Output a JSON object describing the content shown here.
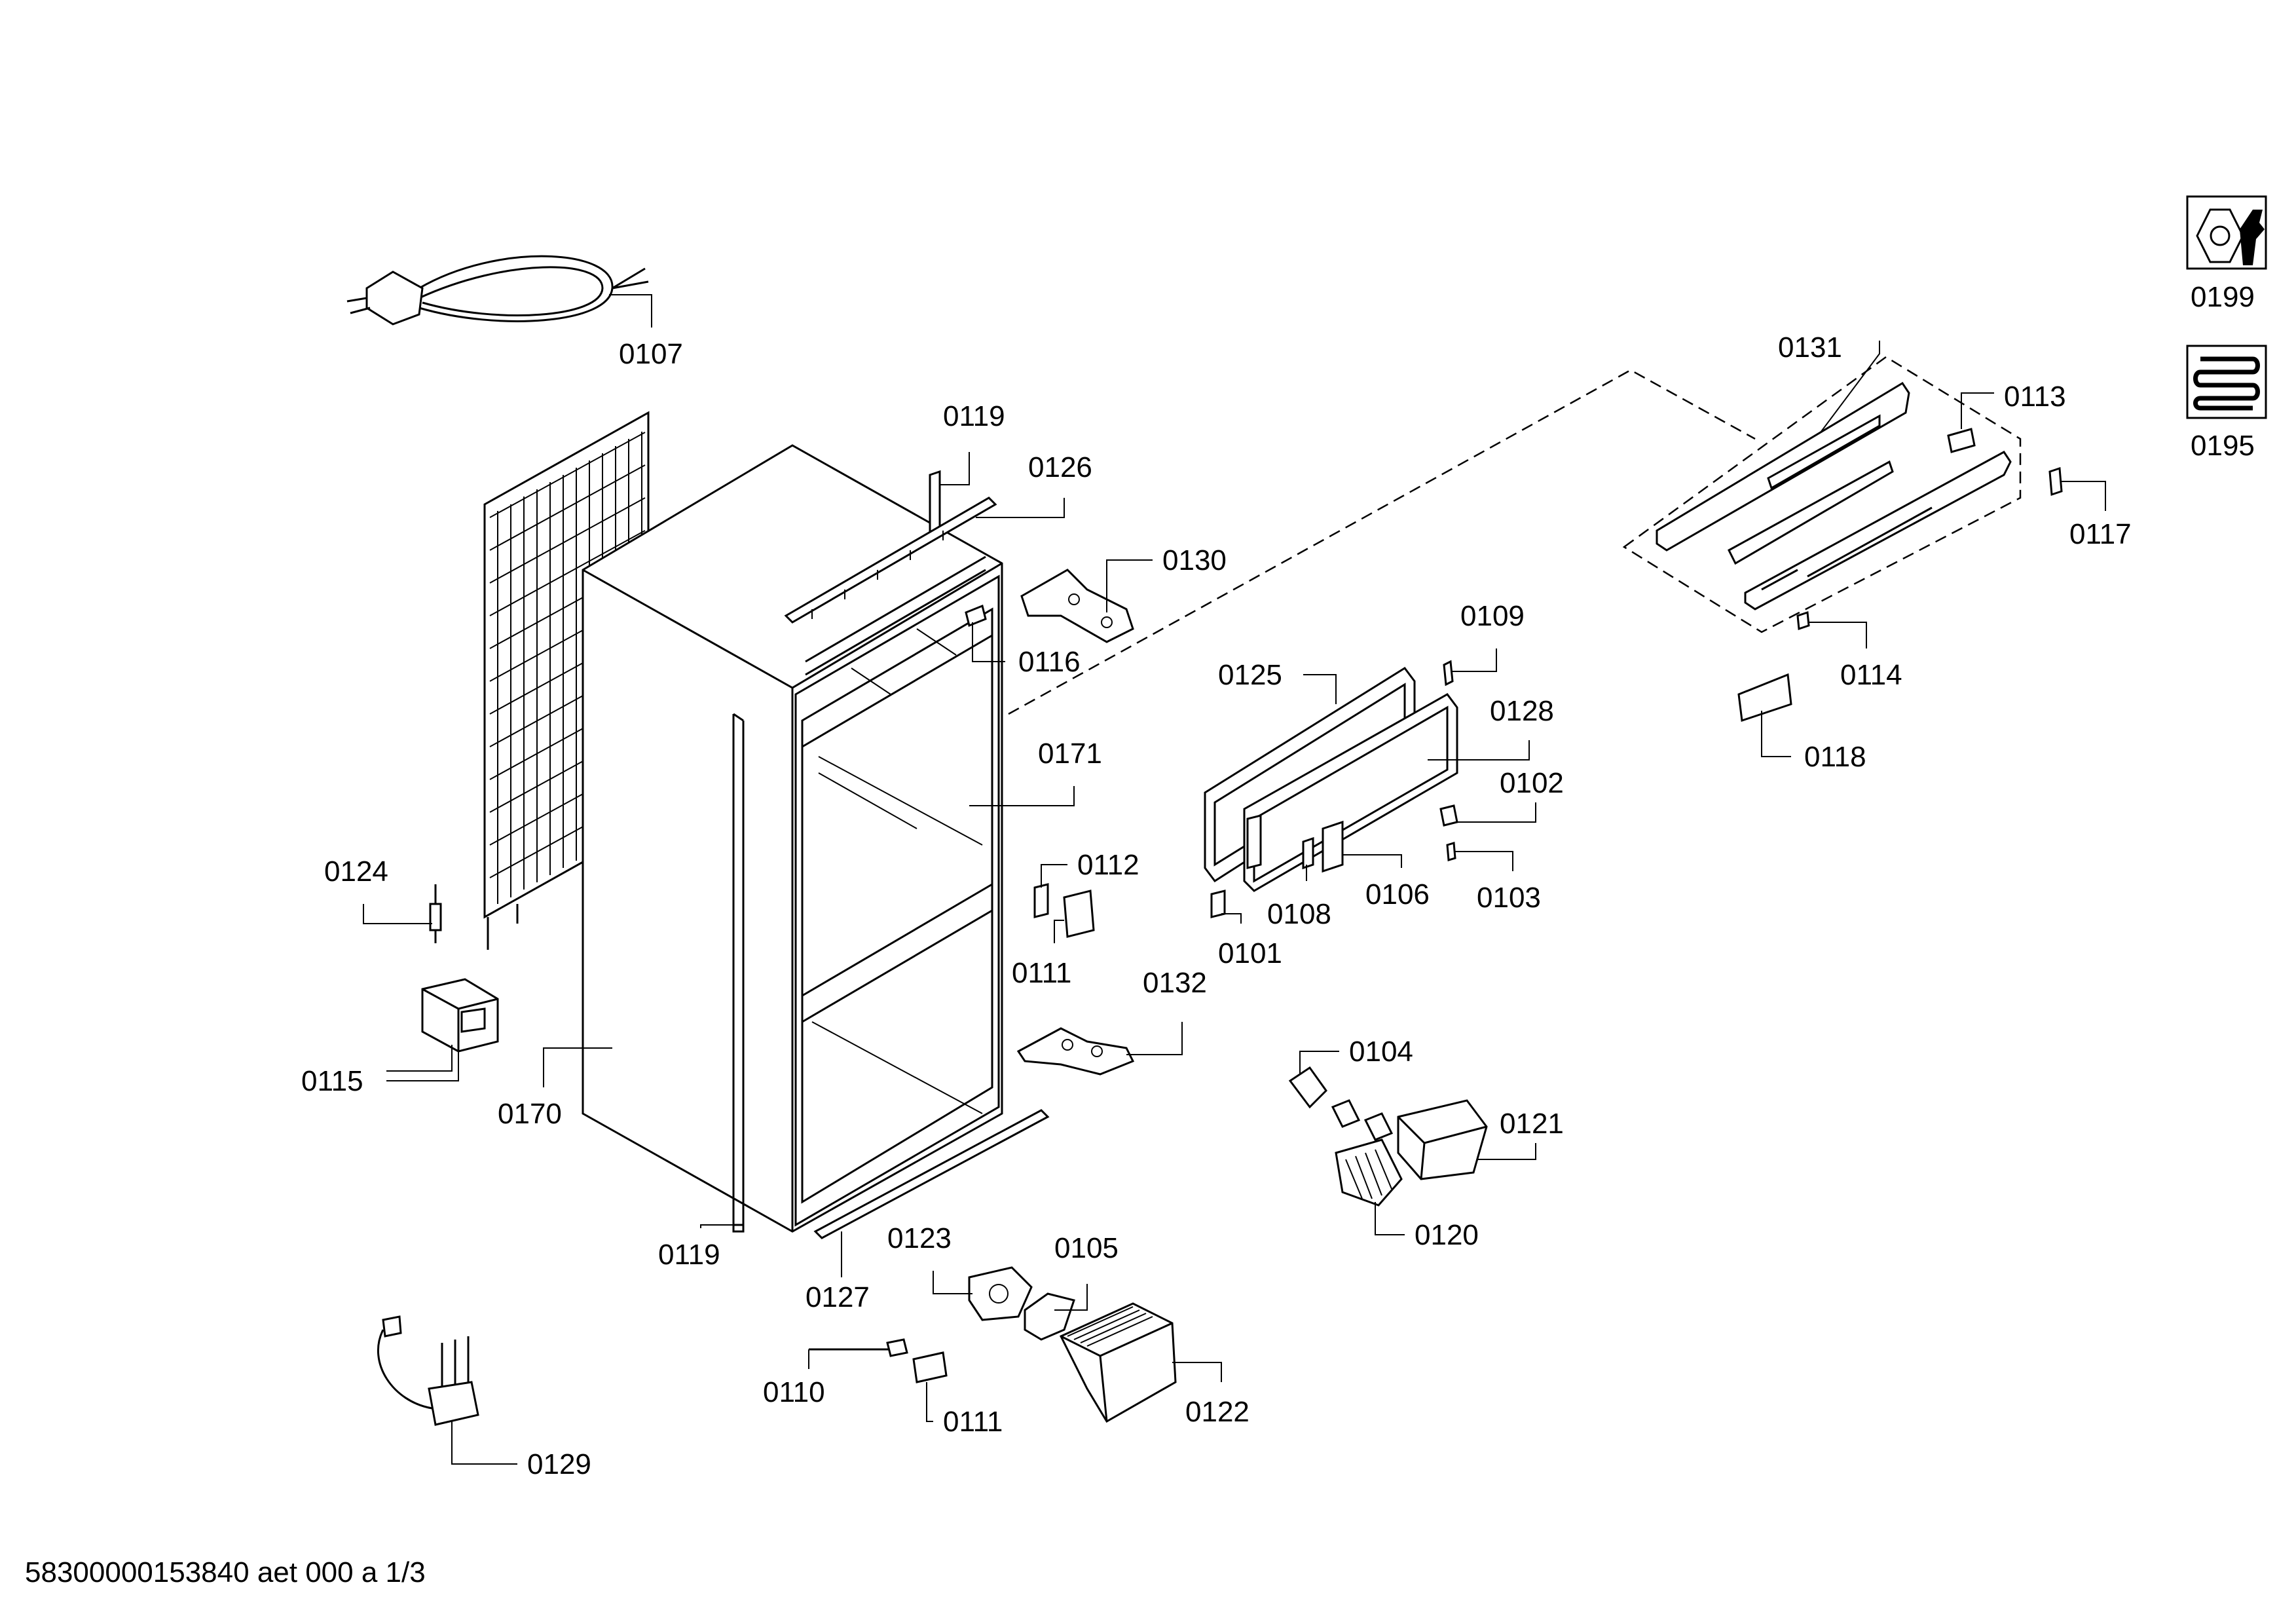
{
  "labels": {
    "l0107": "0107",
    "l0119a": "0119",
    "l0126": "0126",
    "l0130": "0130",
    "l0116": "0116",
    "l0171": "0171",
    "l0124": "0124",
    "l0112": "0112",
    "l0111a": "0111",
    "l0132": "0132",
    "l0115": "0115",
    "l0170": "0170",
    "l0119b": "0119",
    "l0127": "0127",
    "l0123": "0123",
    "l0105": "0105",
    "l0110": "0110",
    "l0111b": "0111",
    "l0122": "0122",
    "l0129": "0129",
    "l0125": "0125",
    "l0109": "0109",
    "l0128": "0128",
    "l0102": "0102",
    "l0106": "0106",
    "l0103": "0103",
    "l0108": "0108",
    "l0101": "0101",
    "l0104": "0104",
    "l0121": "0121",
    "l0120": "0120",
    "l0131": "0131",
    "l0113": "0113",
    "l0117": "0117",
    "l0114": "0114",
    "l0118": "0118",
    "l0199": "0199",
    "l0195": "0195"
  },
  "icons": {
    "tools": "nut-and-wrench-icon",
    "heater": "heating-coil-icon"
  },
  "footer": "58300000153840 aet 000 a 1/3"
}
